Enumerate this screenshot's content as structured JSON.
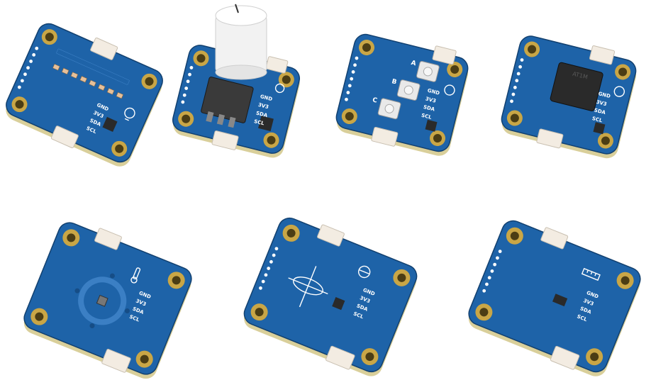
{
  "palette": {
    "pcb": "#1e63a8",
    "pcb_dark": "#164d86",
    "pcb_edge": "#12406f",
    "pcb_side": "#d9cf9a",
    "gold": "#c9a646",
    "gold_dark": "#9c7c2a",
    "hole": "#4b3d14",
    "connector": "#f3ece2",
    "connector_shadow": "#c8bfb0",
    "chip": "#2a2a2a",
    "silk": "#ffffff",
    "knob": "#f2f2f2"
  },
  "pin_labels": {
    "gnd": "GND",
    "v3": "3V3",
    "sda": "SDA",
    "scl": "SCL"
  },
  "button_labels": {
    "a": "A",
    "b": "B",
    "c": "C"
  },
  "chip_marking": "AT1M"
}
